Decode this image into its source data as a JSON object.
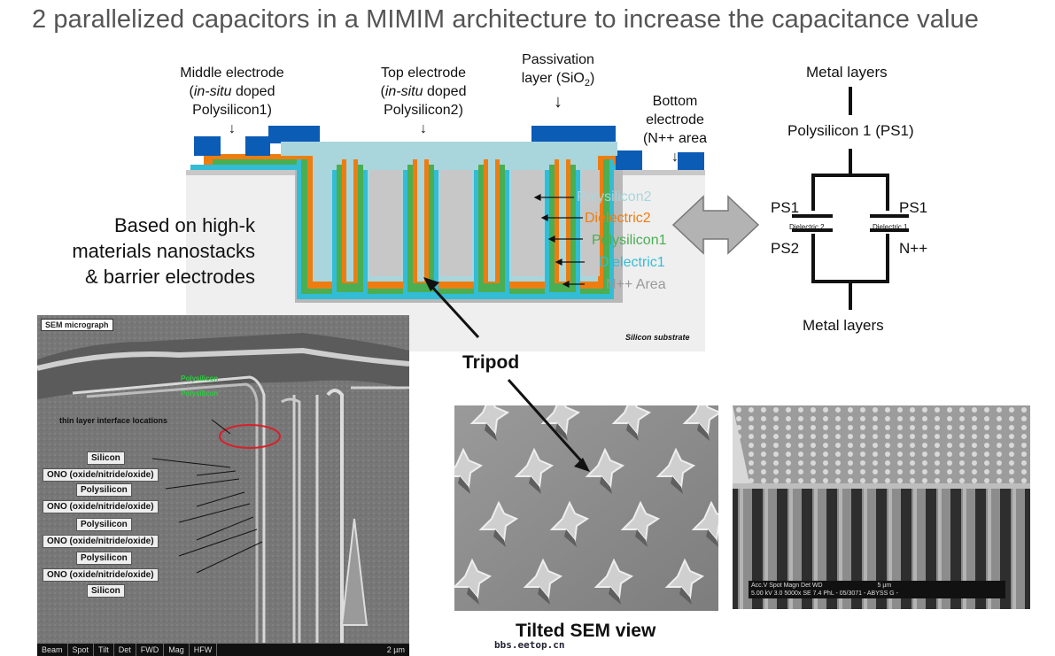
{
  "title": "2 parallelized capacitors in a MIMIM architecture to increase the capacitance value",
  "cross_section": {
    "label_middle": {
      "line1": "Middle electrode",
      "italic": "in-situ",
      "rest": " doped",
      "line3": "Polysilicon1)"
    },
    "label_top": {
      "line1": "Top electrode",
      "italic": "in-situ",
      "rest": " doped",
      "line3": "Polysilicon2)"
    },
    "label_passivation": {
      "line1": "Passivation",
      "line2_pre": "layer (SiO",
      "line2_sub": "2",
      "line2_post": ")"
    },
    "label_bottom": {
      "line1": "Bottom",
      "line2": "electrode",
      "line3": "(N++ area"
    },
    "substrate": "Silicon substrate",
    "layers": [
      {
        "name": "Polysilicon2",
        "color": "#a9d6dc"
      },
      {
        "name": "Dielectric2",
        "color": "#ee7d11"
      },
      {
        "name": "Polysilicon1",
        "color": "#4aae53"
      },
      {
        "name": "Dielectric1",
        "color": "#33bcd6"
      },
      {
        "name": "N++ Area",
        "color": "#999999"
      }
    ]
  },
  "based_on": {
    "line1": "Based on high-k",
    "line2": "materials nanostacks",
    "line3": "& barrier electrodes"
  },
  "circuit": {
    "top": "Metal layers",
    "ps1_label": "Polysilicon 1 (PS1)",
    "left_top": "PS1",
    "left_bottom": "PS2",
    "left_dielectric": "Dielectric 2",
    "right_top": "PS1",
    "right_bottom": "N++",
    "right_dielectric": "Dielectric 1",
    "bottom": "Metal layers"
  },
  "tripod_label": "Tripod",
  "tilted_label": "Tilted SEM view",
  "watermark": "bbs.eetop.cn",
  "sem_micrograph": {
    "header": "SEM micrograph",
    "green1": "Polysilicon",
    "green2": "Polysilicon",
    "interface": "thin layer interface locations",
    "tags": [
      "Silicon",
      "ONO (oxide/nitride/oxide)",
      "Polysilicon",
      "ONO (oxide/nitride/oxide)",
      "Polysilicon",
      "ONO (oxide/nitride/oxide)",
      "Polysilicon",
      "ONO (oxide/nitride/oxide)",
      "Silicon"
    ],
    "footer": [
      "Beam",
      "Spot",
      "Tilt",
      "Det",
      "FWD",
      "Mag",
      "HFW",
      "2 µm"
    ]
  },
  "sem3_info": {
    "line1": "Acc.V  Spot Magn   Det  WD",
    "scale": "5 µm",
    "line2": "5.00 kV 3.0  5000x   SE   7.4  PhL - 05/3071 - ABYSS G -"
  }
}
